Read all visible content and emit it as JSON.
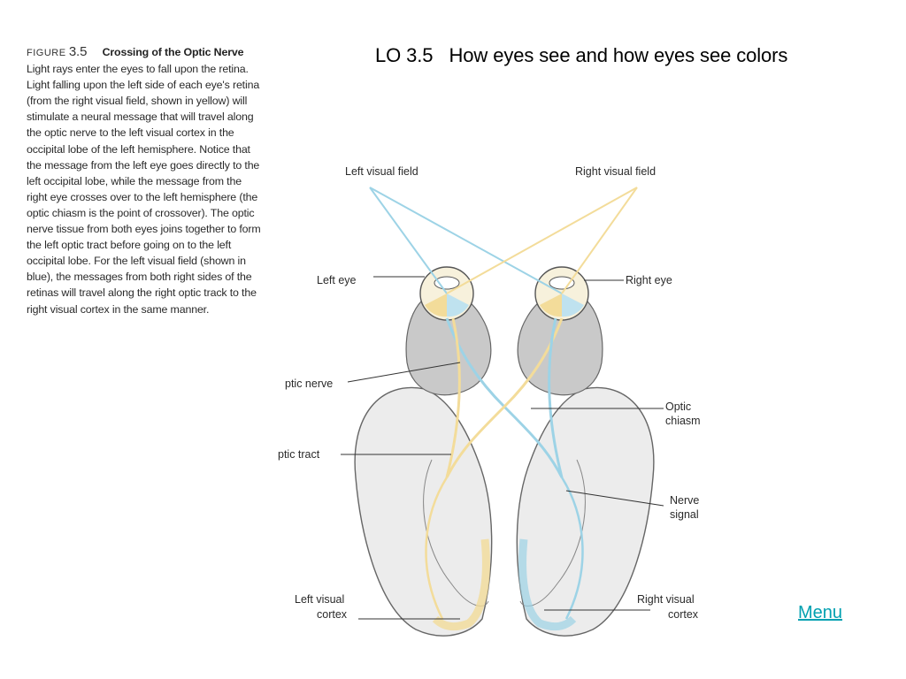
{
  "caption": {
    "figure_word": "FIGURE",
    "figure_number": "3.5",
    "heading": "Crossing of the Optic Nerve",
    "body": "Light rays enter the eyes to fall upon the retina. Light falling upon the left side of each eye's retina (from the right visual field, shown in yellow) will stimulate a neural message that will travel along the optic nerve to the left visual cortex in the occipital lobe of the left hemisphere. Notice that the message from the left eye goes directly to the left occipital lobe, while the message from the right eye crosses over to the left hemisphere (the optic chiasm is the point of crossover). The optic nerve tissue from both eyes joins together to form the left optic tract before going on to the left occipital lobe. For the left visual field (shown in blue), the messages from both right sides of the retinas will travel along the right optic track to the right visual cortex in the same manner."
  },
  "slide": {
    "title": "LO 3.5   How eyes see and how eyes see colors",
    "menu_label": "Menu"
  },
  "diagram": {
    "labels": {
      "left_visual_field": "Left visual field",
      "right_visual_field": "Right visual field",
      "left_eye": "Left eye",
      "right_eye": "Right eye",
      "optic_nerve": "ptic nerve",
      "optic_chiasm_1": "Optic",
      "optic_chiasm_2": "chiasm",
      "optic_tract": "ptic tract",
      "nerve_signal_1": "Nerve",
      "nerve_signal_2": "signal",
      "left_visual_cortex_1": "Left visual",
      "left_visual_cortex_2": "cortex",
      "right_visual_cortex_1": "Right visual",
      "right_visual_cortex_2": "cortex"
    },
    "colors": {
      "left_field_blue": "#9dd3e6",
      "right_field_yellow": "#f3dc9a",
      "brain_gray": "#c9c9c9",
      "cortex_light": "#eeeeee"
    }
  }
}
